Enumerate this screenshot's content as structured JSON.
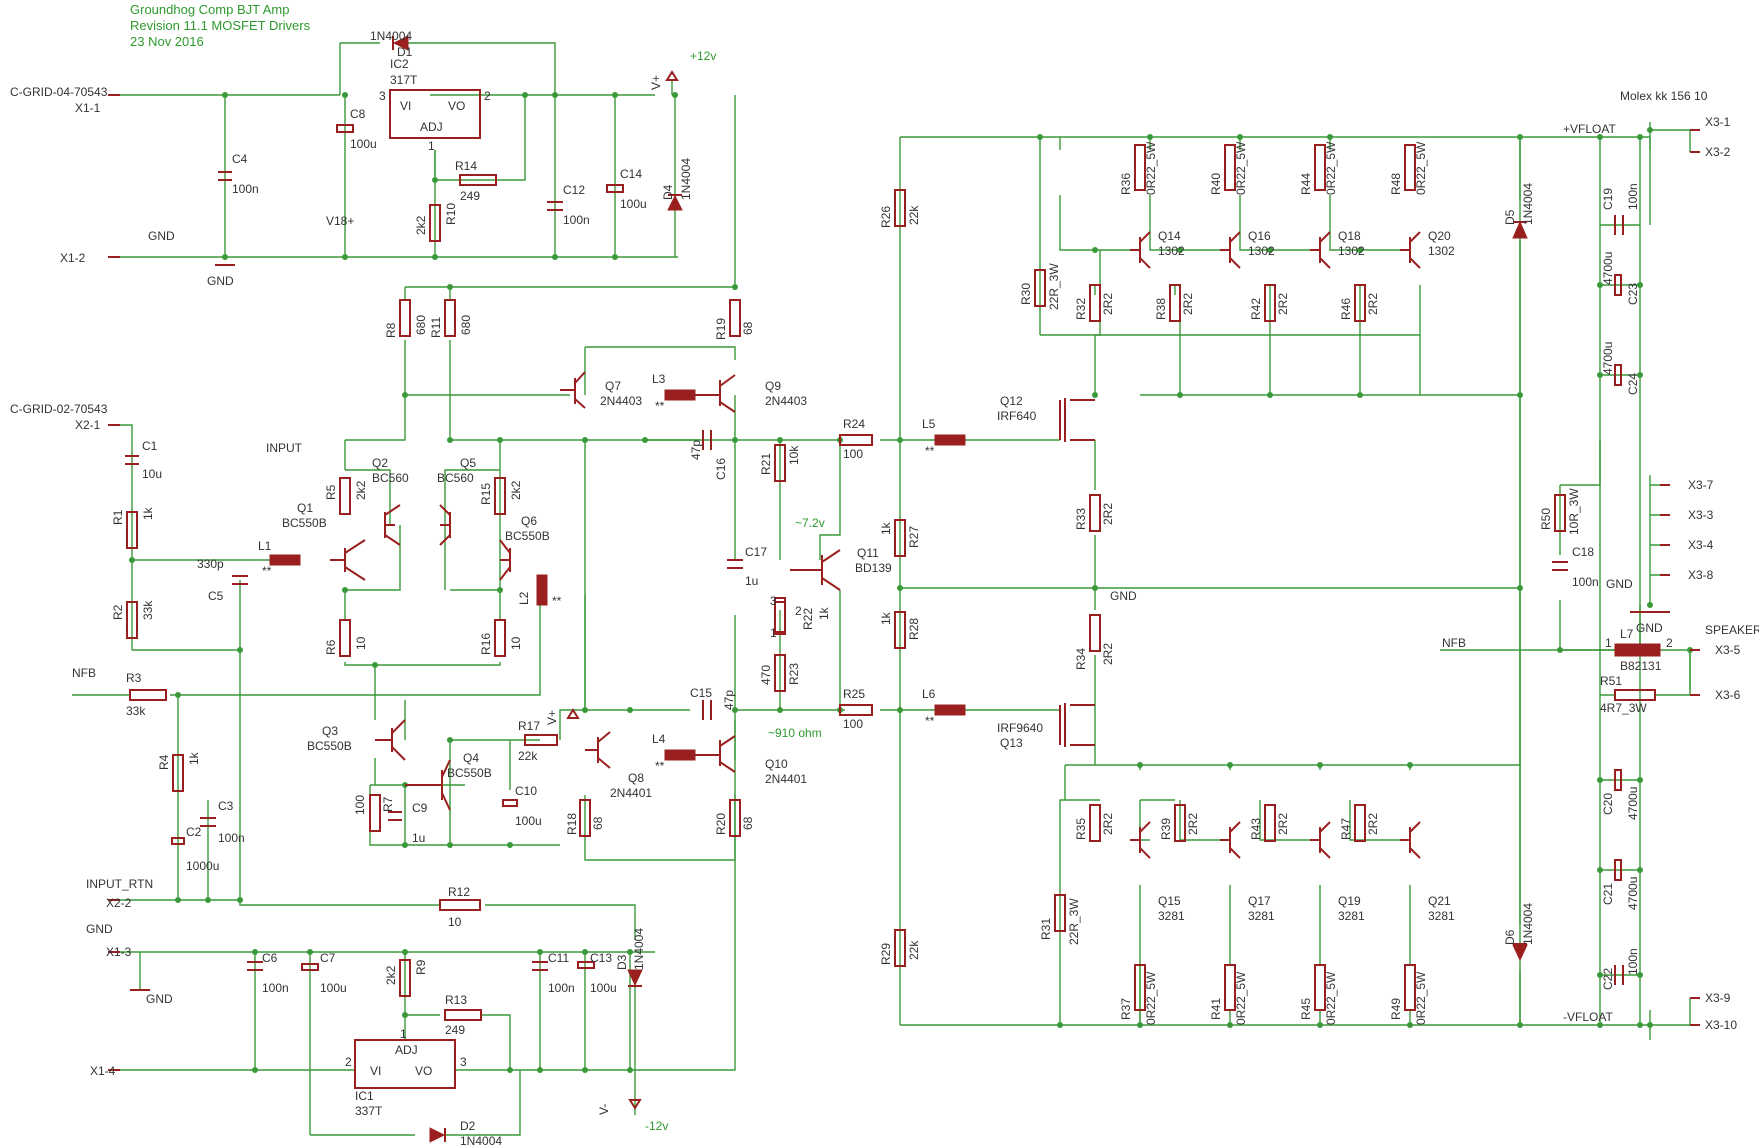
{
  "header": {
    "title": "Groundhog Comp BJT Amp",
    "revision": "Revision 11.1  MOSFET Drivers",
    "date": "23 Nov 2016"
  },
  "power": {
    "plus12": "+12v",
    "minus12": "-12v",
    "vplus": "V+",
    "vminus": "V-",
    "v18": "V18+",
    "gnd": "GND",
    "vfloat_pos": "+VFLOAT",
    "vfloat_neg": "-VFLOAT"
  },
  "connectors": {
    "grid04": "C-GRID-04-70543",
    "grid02": "C-GRID-02-70543",
    "molex": "Molex kk 156 10",
    "x1_1": "X1-1",
    "x1_2": "X1-2",
    "x1_3": "X1-3",
    "x1_4": "X1-4",
    "x2_1": "X2-1",
    "x2_2": "X2-2",
    "x3_1": "X3-1",
    "x3_2": "X3-2",
    "x3_3": "X3-3",
    "x3_4": "X3-4",
    "x3_5": "X3-5",
    "x3_6": "X3-6",
    "x3_7": "X3-7",
    "x3_8": "X3-8",
    "x3_9": "X3-9",
    "x3_10": "X3-10"
  },
  "nets": {
    "input": "INPUT",
    "input_rtn": "INPUT_RTN",
    "nfb": "NFB",
    "speaker": "SPEAKER",
    "v72": "~7.2v",
    "ohm910": "~910 ohm"
  },
  "regulators": {
    "ic2": "IC2",
    "ic2_val": "317T",
    "ic1": "IC1",
    "ic1_val": "337T",
    "vi": "VI",
    "vo": "VO",
    "adj": "ADJ",
    "p1": "1",
    "p2": "2",
    "p3": "3"
  },
  "parts": {
    "D1": "D1",
    "D1v": "1N4004",
    "D2": "D2",
    "D2v": "1N4004",
    "D3": "D3",
    "D3v": "1N4004",
    "D4": "D4",
    "D4v": "1N4004",
    "D5": "D5",
    "D5v": "1N4004",
    "D6": "D6",
    "D6v": "1N4004",
    "C1": "C1",
    "C1v": "10u",
    "C2": "C2",
    "C2v": "1000u",
    "C3": "C3",
    "C3v": "100n",
    "C4": "C4",
    "C4v": "100n",
    "C5": "C5",
    "C5v": "330p",
    "C6": "C6",
    "C6v": "100n",
    "C7": "C7",
    "C7v": "100u",
    "C8": "C8",
    "C8v": "100u",
    "C9": "C9",
    "C9v": "1u",
    "C10": "C10",
    "C10v": "100u",
    "C11": "C11",
    "C11v": "100n",
    "C12": "C12",
    "C12v": "100n",
    "C13": "C13",
    "C13v": "100u",
    "C14": "C14",
    "C14v": "100u",
    "C15": "C15",
    "C15v": "47p",
    "C16": "C16",
    "C16v": "47p",
    "C17": "C17",
    "C17v": "1u",
    "C18": "C18",
    "C18v": "100n",
    "C19": "C19",
    "C19v": "100n",
    "C20": "C20",
    "C20v": "4700u",
    "C21": "C21",
    "C21v": "4700u",
    "C22": "C22",
    "C22v": "100n",
    "C23": "C23",
    "C23v": "4700u",
    "C24": "C24",
    "C24v": "4700u",
    "R1": "R1",
    "R1v": "1k",
    "R2": "R2",
    "R2v": "33k",
    "R3": "R3",
    "R3v": "33k",
    "R4": "R4",
    "R4v": "1k",
    "R5": "R5",
    "R5v": "2k2",
    "R6": "R6",
    "R6v": "10",
    "R7": "R7",
    "R7v": "100",
    "R8": "R8",
    "R8v": "680",
    "R9": "R9",
    "R9v": "2k2",
    "R10": "R10",
    "R10v": "2k2",
    "R11": "R11",
    "R11v": "680",
    "R12": "R12",
    "R12v": "10",
    "R13": "R13",
    "R13v": "249",
    "R14": "R14",
    "R14v": "249",
    "R15": "R15",
    "R15v": "2k2",
    "R16": "R16",
    "R16v": "10",
    "R17": "R17",
    "R17v": "22k",
    "R18": "R18",
    "R18v": "68",
    "R19": "R19",
    "R19v": "68",
    "R20": "R20",
    "R20v": "68",
    "R21": "R21",
    "R21v": "10k",
    "R22": "R22",
    "R22v": "1k",
    "R23": "R23",
    "R23v": "470",
    "R24": "R24",
    "R24v": "100",
    "R25": "R25",
    "R25v": "100",
    "R26": "R26",
    "R26v": "22k",
    "R27": "R27",
    "R27v": "1k",
    "R28": "R28",
    "R28v": "1k",
    "R29": "R29",
    "R29v": "22k",
    "R30": "R30",
    "R30v": "22R_3W",
    "R31": "R31",
    "R31v": "22R_3W",
    "R32": "R32",
    "R32v": "2R2",
    "R33": "R33",
    "R33v": "2R2",
    "R34": "R34",
    "R34v": "2R2",
    "R35": "R35",
    "R35v": "2R2",
    "R36": "R36",
    "R36v": "0R22_5W",
    "R37": "R37",
    "R37v": "0R22_5W",
    "R38": "R38",
    "R38v": "2R2",
    "R39": "R39",
    "R39v": "2R2",
    "R40": "R40",
    "R40v": "0R22_5W",
    "R41": "R41",
    "R41v": "0R22_5W",
    "R42": "R42",
    "R42v": "2R2",
    "R43": "R43",
    "R43v": "2R2",
    "R44": "R44",
    "R44v": "0R22_5W",
    "R45": "R45",
    "R45v": "0R22_5W",
    "R46": "R46",
    "R46v": "2R2",
    "R47": "R47",
    "R47v": "2R2",
    "R48": "R48",
    "R48v": "0R22_5W",
    "R49": "R49",
    "R49v": "0R22_5W",
    "R50": "R50",
    "R50v": "10R_3W",
    "R51": "R51",
    "R51v": "4R7_3W",
    "L1": "L1",
    "L2": "L2",
    "L3": "L3",
    "L4": "L4",
    "L5": "L5",
    "L6": "L6",
    "L7": "L7",
    "L7v": "B82131",
    "Q1": "Q1",
    "Q1v": "BC550B",
    "Q2": "Q2",
    "Q2v": "BC560",
    "Q3": "Q3",
    "Q3v": "BC550B",
    "Q4": "Q4",
    "Q4v": "BC550B",
    "Q5": "Q5",
    "Q5v": "BC560",
    "Q6": "Q6",
    "Q6v": "BC550B",
    "Q7": "Q7",
    "Q7v": "2N4403",
    "Q8": "Q8",
    "Q8v": "2N4401",
    "Q9": "Q9",
    "Q9v": "2N4403",
    "Q10": "Q10",
    "Q10v": "2N4401",
    "Q11": "Q11",
    "Q11v": "BD139",
    "Q12": "Q12",
    "Q12v": "IRF640",
    "Q13": "Q13",
    "Q13v": "IRF9640",
    "Q14": "Q14",
    "Q14v": "1302",
    "Q15": "Q15",
    "Q15v": "3281",
    "Q16": "Q16",
    "Q16v": "1302",
    "Q17": "Q17",
    "Q17v": "3281",
    "Q18": "Q18",
    "Q18v": "1302",
    "Q19": "Q19",
    "Q19v": "3281",
    "Q20": "Q20",
    "Q20v": "1302",
    "Q21": "Q21",
    "Q21v": "3281",
    "star": "**",
    "pot1": "1",
    "pot2": "2",
    "pot3": "3",
    "l7p1": "1",
    "l7p2": "2"
  }
}
